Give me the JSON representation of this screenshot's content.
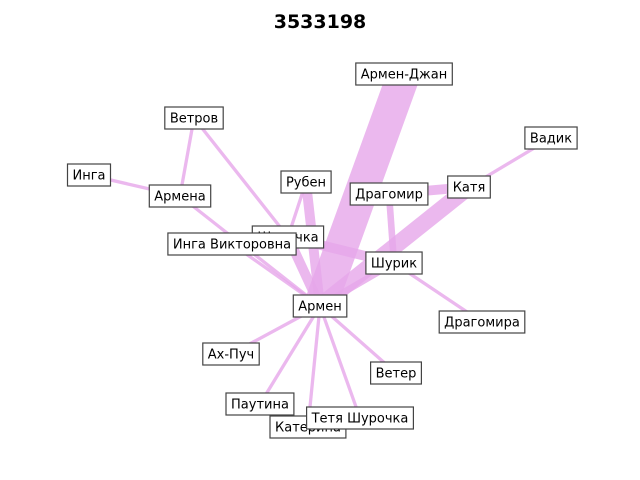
{
  "title": "3533198",
  "colors": {
    "edge": "#e6a6ea",
    "edge_dark": "#d680de",
    "node_fill": "#ffffff",
    "node_border": "#444444"
  },
  "nodes": [
    {
      "id": "armen",
      "label": "Армен"
    },
    {
      "id": "armen_dzhan",
      "label": "Армен-Джан"
    },
    {
      "id": "vetrov",
      "label": "Ветров"
    },
    {
      "id": "vadik",
      "label": "Вадик"
    },
    {
      "id": "inga",
      "label": "Инга"
    },
    {
      "id": "armena",
      "label": "Армена"
    },
    {
      "id": "ruben",
      "label": "Рубен"
    },
    {
      "id": "dragomir",
      "label": "Драгомир"
    },
    {
      "id": "katya",
      "label": "Катя"
    },
    {
      "id": "shurochka",
      "label": "Шурочка"
    },
    {
      "id": "inga_v",
      "label": "Инга Викторовна"
    },
    {
      "id": "shurik",
      "label": "Шурик"
    },
    {
      "id": "dragomira",
      "label": "Драгомира"
    },
    {
      "id": "ah_puch",
      "label": "Ах-Пуч"
    },
    {
      "id": "veter",
      "label": "Ветер"
    },
    {
      "id": "pautina",
      "label": "Паутина"
    },
    {
      "id": "katerina",
      "label": "Катерина"
    },
    {
      "id": "tetya_shurochka",
      "label": "Тетя Шурочка"
    }
  ],
  "edges": [
    {
      "source": "armen",
      "target": "armen_dzhan",
      "weight": 10
    },
    {
      "source": "armen",
      "target": "katya",
      "weight": 5
    },
    {
      "source": "armen",
      "target": "ruben",
      "weight": 3
    },
    {
      "source": "armen",
      "target": "shurochka",
      "weight": 3
    },
    {
      "source": "armen",
      "target": "shurik",
      "weight": 2
    },
    {
      "source": "armen",
      "target": "inga_v",
      "weight": 1
    },
    {
      "source": "armen",
      "target": "armena",
      "weight": 1
    },
    {
      "source": "armen",
      "target": "ah_puch",
      "weight": 1
    },
    {
      "source": "armen",
      "target": "pautina",
      "weight": 1
    },
    {
      "source": "armen",
      "target": "katerina",
      "weight": 1
    },
    {
      "source": "armen",
      "target": "tetya_shurochka",
      "weight": 1
    },
    {
      "source": "armen",
      "target": "veter",
      "weight": 1
    },
    {
      "source": "dragomir",
      "target": "katya",
      "weight": 3
    },
    {
      "source": "dragomir",
      "target": "shurik",
      "weight": 2
    },
    {
      "source": "shurochka",
      "target": "shurik",
      "weight": 3
    },
    {
      "source": "shurochka",
      "target": "ruben",
      "weight": 1
    },
    {
      "source": "katya",
      "target": "vadik",
      "weight": 1
    },
    {
      "source": "shurik",
      "target": "dragomira",
      "weight": 1
    },
    {
      "source": "armena",
      "target": "vetrov",
      "weight": 1
    },
    {
      "source": "armena",
      "target": "inga",
      "weight": 1
    },
    {
      "source": "vetrov",
      "target": "shurochka",
      "weight": 1
    }
  ]
}
